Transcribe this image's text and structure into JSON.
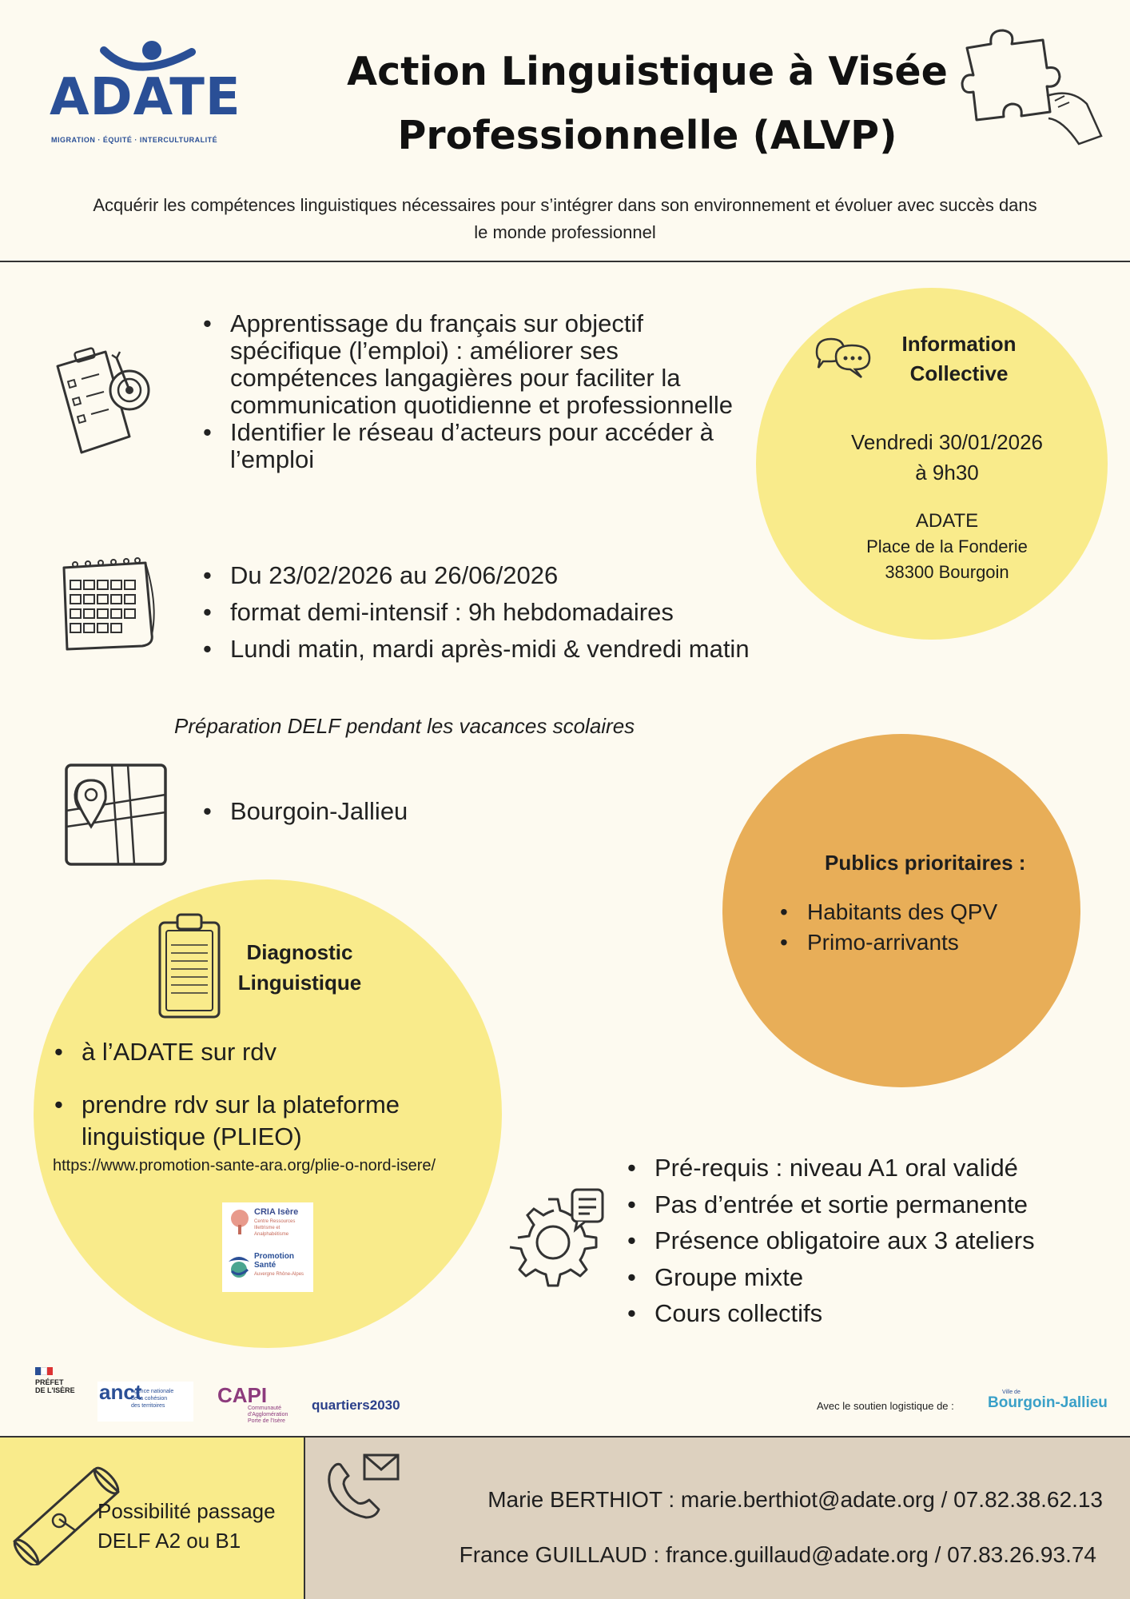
{
  "header": {
    "logo_text": "ADATE",
    "logo_tagline": "MIGRATION · ÉQUITÉ · INTERCULTURALITÉ",
    "title_line1": "Action Linguistique à Visée",
    "title_line2": "Professionnelle (ALVP)",
    "subtitle_line1": "Acquérir les compétences linguistiques nécessaires pour s’intégrer dans son environnement et évoluer avec succès dans",
    "subtitle_line2": "le monde professionnel"
  },
  "objectives": [
    " Apprentissage du français sur objectif spécifique (l’emploi) : améliorer ses compétences langagières pour faciliter la communication quotidienne et professionnelle",
    "Identifier le réseau d’acteurs pour accéder à l’emploi"
  ],
  "schedule": {
    "items": [
      "Du 23/02/2026 au 26/06/2026",
      "format demi-intensif : 9h hebdomadaires",
      "Lundi matin, mardi après-midi & vendredi matin"
    ],
    "note": "Préparation DELF pendant les vacances scolaires"
  },
  "location": {
    "items": [
      "Bourgoin-Jallieu"
    ]
  },
  "info_collective": {
    "title_line1": "Information",
    "title_line2": "Collective",
    "date_line1": "Vendredi 30/01/2026",
    "date_line2": "à 9h30",
    "place_line1": "ADATE",
    "place_line2": "Place de la Fonderie",
    "place_line3": "38300 Bourgoin"
  },
  "publics": {
    "title": "Publics prioritaires :",
    "items": [
      "Habitants des QPV",
      "Primo-arrivants"
    ]
  },
  "diagnostic": {
    "title_line1": "Diagnostic",
    "title_line2": "Linguistique",
    "items": [
      "à l’ADATE sur rdv",
      "prendre rdv sur la plateforme linguistique (PLIEO)"
    ],
    "url": "https://www.promotion-sante-ara.org/plie-o-nord-isere/",
    "partner1_name": "CRIA Isère",
    "partner1_sub": "Centre Ressources Illettrisme et Analphabétisme",
    "partner2_name": "Promotion Santé",
    "partner2_sub": "Auvergne Rhône-Alpes"
  },
  "conditions": {
    "items": [
      "Pré-requis : niveau A1 oral validé",
      "Pas d’entrée et sortie permanente",
      "Présence obligatoire aux 3 ateliers",
      "Groupe mixte",
      "Cours collectifs"
    ]
  },
  "partners": {
    "prefet_line1": "PRÉFET",
    "prefet_line2": "DE L'ISÈRE",
    "anct_logo": "anct",
    "anct_line1": "agence nationale",
    "anct_line2": "de la cohésion",
    "anct_line3": "des territoires",
    "capi_logo": "CAPI",
    "capi_line1": "Communauté",
    "capi_line2": "d'Agglomération",
    "capi_line3": "Porte de l'Isère",
    "quartiers": "quartiers2030",
    "support_text": "Avec le soutien logistique de :",
    "ville_prefix": "Ville de",
    "ville_name": "Bourgoin-Jallieu"
  },
  "footer": {
    "delf_line1": "Possibilité passage",
    "delf_line2": "DELF A2 ou B1",
    "contact1": "Marie BERTHIOT : marie.berthiot@adate.org / 07.82.38.62.13",
    "contact2": "France GUILLAUD : france.guillaud@adate.org / 07.83.26.93.74"
  },
  "colors": {
    "yellow": "#f9eb8b",
    "orange": "#e8ae58",
    "beige": "#ddd1bf",
    "brand_blue": "#2a4f96"
  }
}
